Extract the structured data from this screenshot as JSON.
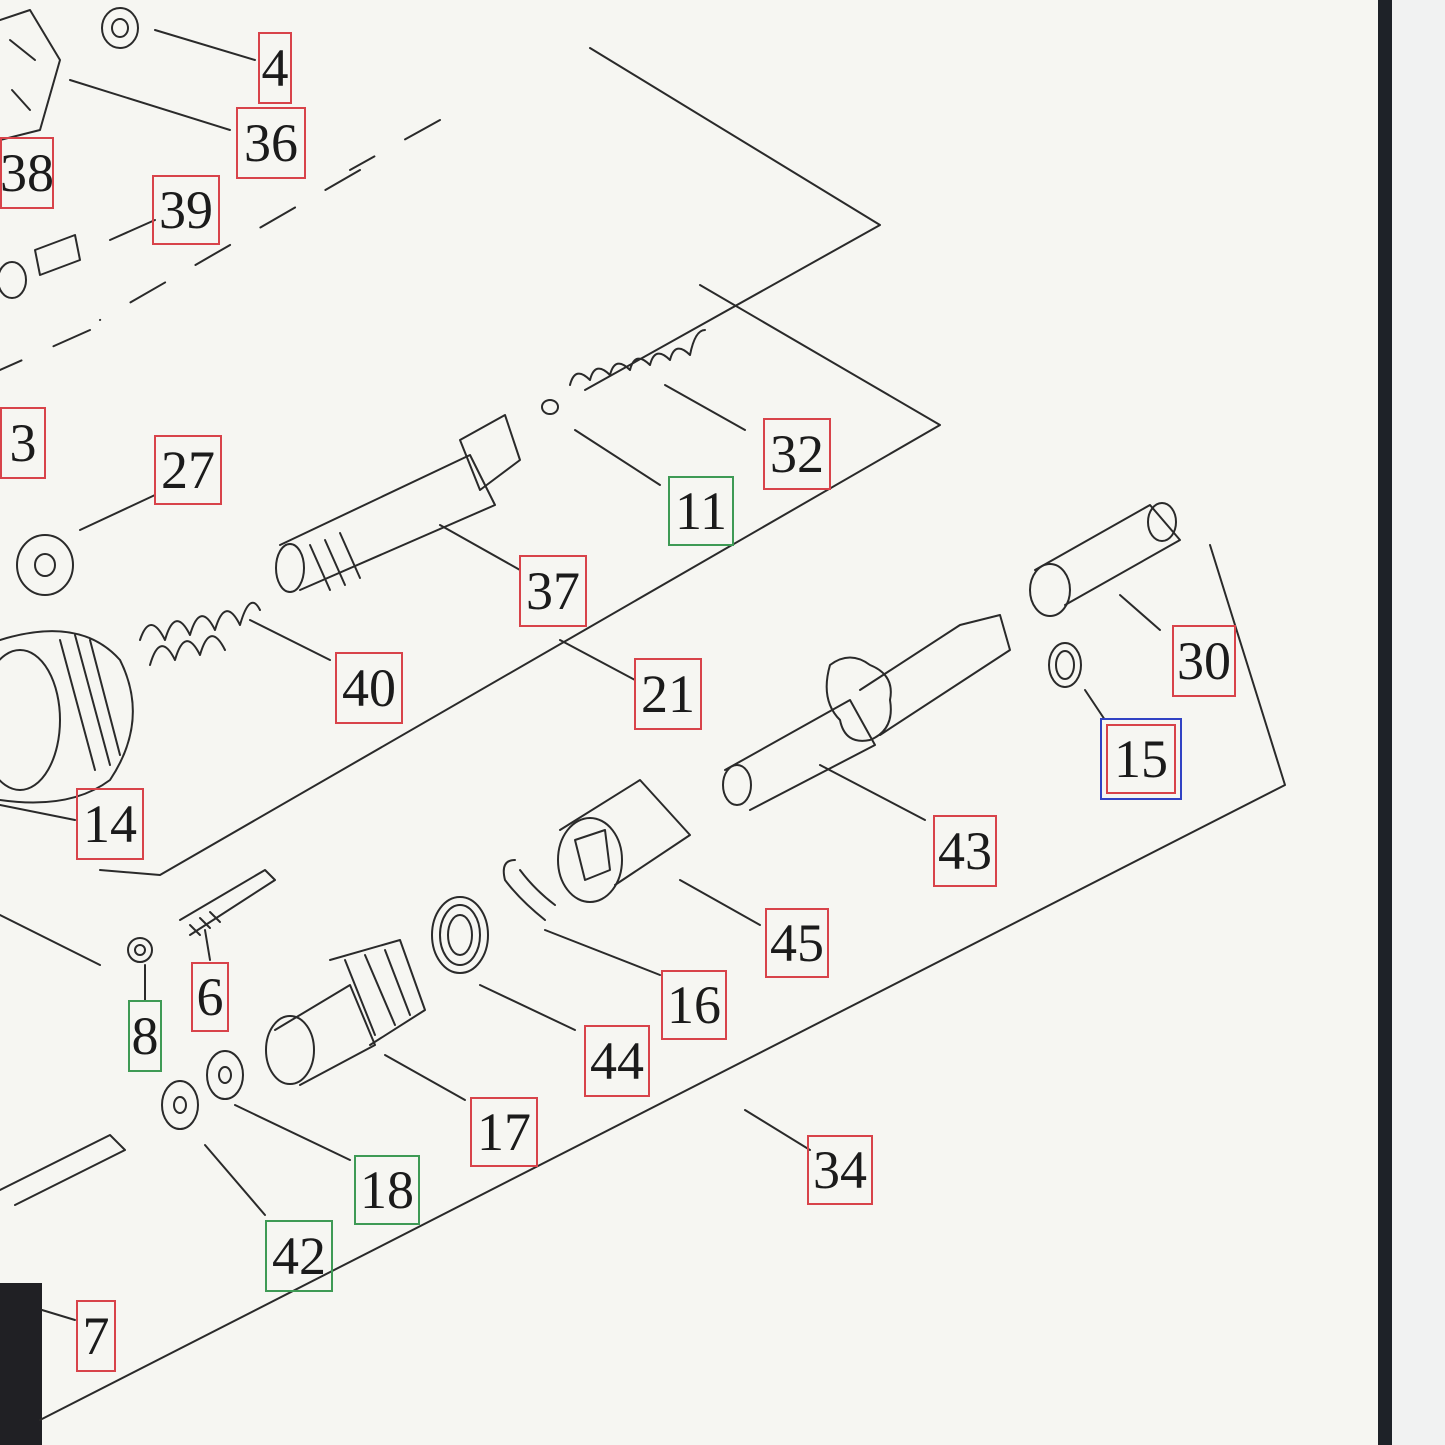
{
  "colors": {
    "paper": "#f6f6f2",
    "ink": "#2a2a2a",
    "callout_red": "#d8434a",
    "callout_green": "#3e9a55",
    "callout_blue": "#3142c4"
  },
  "callouts": [
    {
      "id": "4",
      "label": "4",
      "color": "red"
    },
    {
      "id": "36",
      "label": "36",
      "color": "red"
    },
    {
      "id": "38",
      "label": "38",
      "color": "red"
    },
    {
      "id": "39",
      "label": "39",
      "color": "red"
    },
    {
      "id": "3",
      "label": "3",
      "color": "red"
    },
    {
      "id": "27",
      "label": "27",
      "color": "red"
    },
    {
      "id": "32",
      "label": "32",
      "color": "red"
    },
    {
      "id": "11",
      "label": "11",
      "color": "green"
    },
    {
      "id": "37",
      "label": "37",
      "color": "red"
    },
    {
      "id": "40",
      "label": "40",
      "color": "red"
    },
    {
      "id": "21",
      "label": "21",
      "color": "red"
    },
    {
      "id": "30",
      "label": "30",
      "color": "red"
    },
    {
      "id": "15",
      "label": "15",
      "color": "blue"
    },
    {
      "id": "14",
      "label": "14",
      "color": "red"
    },
    {
      "id": "43",
      "label": "43",
      "color": "red"
    },
    {
      "id": "45",
      "label": "45",
      "color": "red"
    },
    {
      "id": "6",
      "label": "6",
      "color": "red"
    },
    {
      "id": "8",
      "label": "8",
      "color": "green"
    },
    {
      "id": "16",
      "label": "16",
      "color": "red"
    },
    {
      "id": "44",
      "label": "44",
      "color": "red"
    },
    {
      "id": "17",
      "label": "17",
      "color": "red"
    },
    {
      "id": "18",
      "label": "18",
      "color": "green"
    },
    {
      "id": "34",
      "label": "34",
      "color": "red"
    },
    {
      "id": "42",
      "label": "42",
      "color": "green"
    },
    {
      "id": "7",
      "label": "7",
      "color": "red"
    }
  ]
}
